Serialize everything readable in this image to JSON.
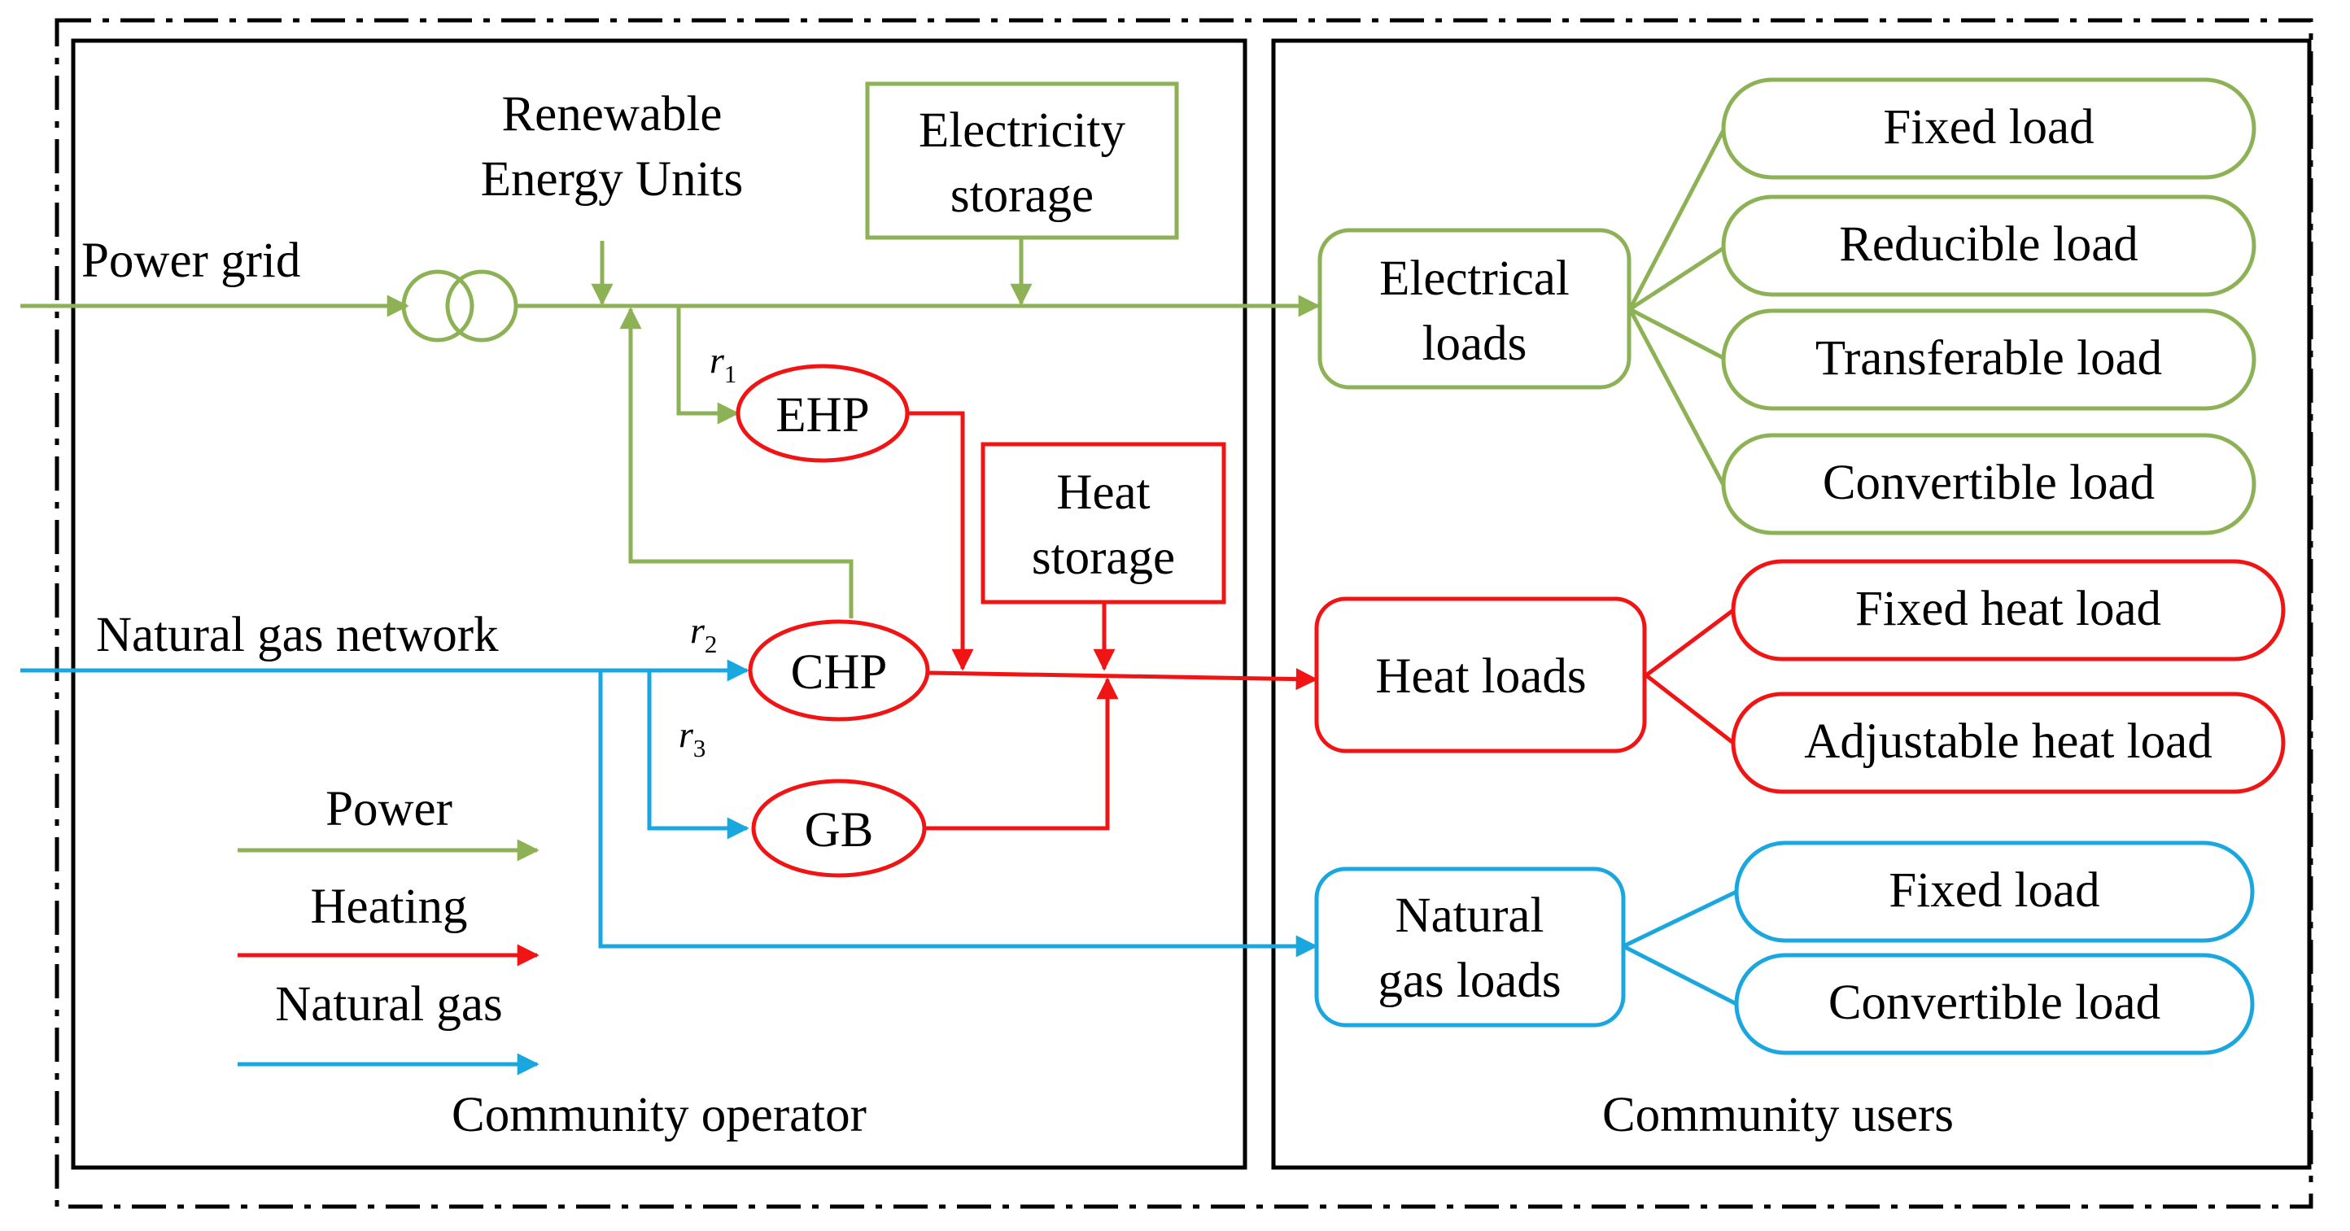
{
  "colors": {
    "power": "#8db255",
    "heating": "#f01414",
    "natural_gas": "#1aa7e0",
    "frame": "#000000"
  },
  "sources": {
    "power_grid": "Power grid",
    "natural_gas_network": "Natural gas network",
    "renewable_line1": "Renewable",
    "renewable_line2": "Energy Units"
  },
  "operator": {
    "title": "Community operator",
    "electricity_storage_line1": "Electricity",
    "electricity_storage_line2": "storage",
    "heat_storage_line1": "Heat",
    "heat_storage_line2": "storage",
    "ehp": "EHP",
    "chp": "CHP",
    "gb": "GB",
    "r1": "r",
    "r1_sub": "1",
    "r2": "r",
    "r2_sub": "2",
    "r3": "r",
    "r3_sub": "3"
  },
  "legend": {
    "power": "Power",
    "heating": "Heating",
    "natural_gas": "Natural gas"
  },
  "users": {
    "title": "Community users",
    "electrical_loads_line1": "Electrical",
    "electrical_loads_line2": "loads",
    "electrical_items": [
      "Fixed load",
      "Reducible load",
      "Transferable  load",
      "Convertible load"
    ],
    "heat_loads": "Heat loads",
    "heat_items": [
      "Fixed heat load",
      "Adjustable heat load"
    ],
    "gas_loads_line1": "Natural",
    "gas_loads_line2": "gas loads",
    "gas_items": [
      "Fixed load",
      "Convertible load"
    ]
  }
}
